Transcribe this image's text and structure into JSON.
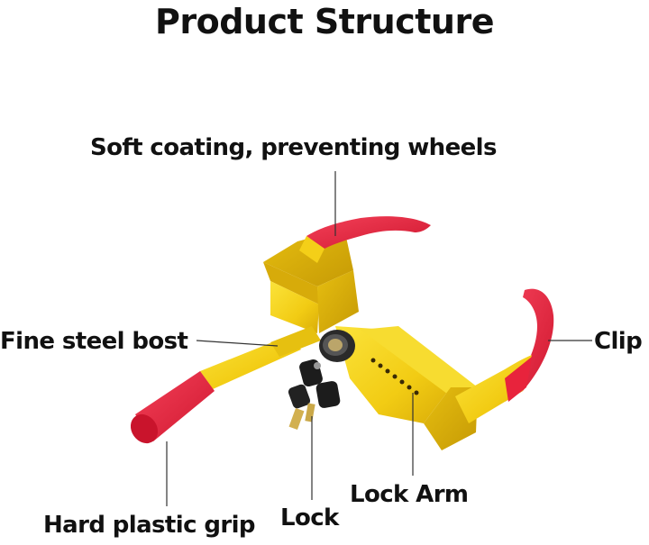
{
  "title": "Product Structure",
  "labels": {
    "coating": "Soft coating, preventing wheels",
    "bost": "Fine steel bost",
    "clip": "Clip",
    "lock_arm": "Lock Arm",
    "lock": "Lock",
    "grip": "Hard plastic grip"
  },
  "colors": {
    "yellow": "#f5d21c",
    "red": "#e8233c",
    "text": "#111111",
    "leader": "#333333"
  }
}
